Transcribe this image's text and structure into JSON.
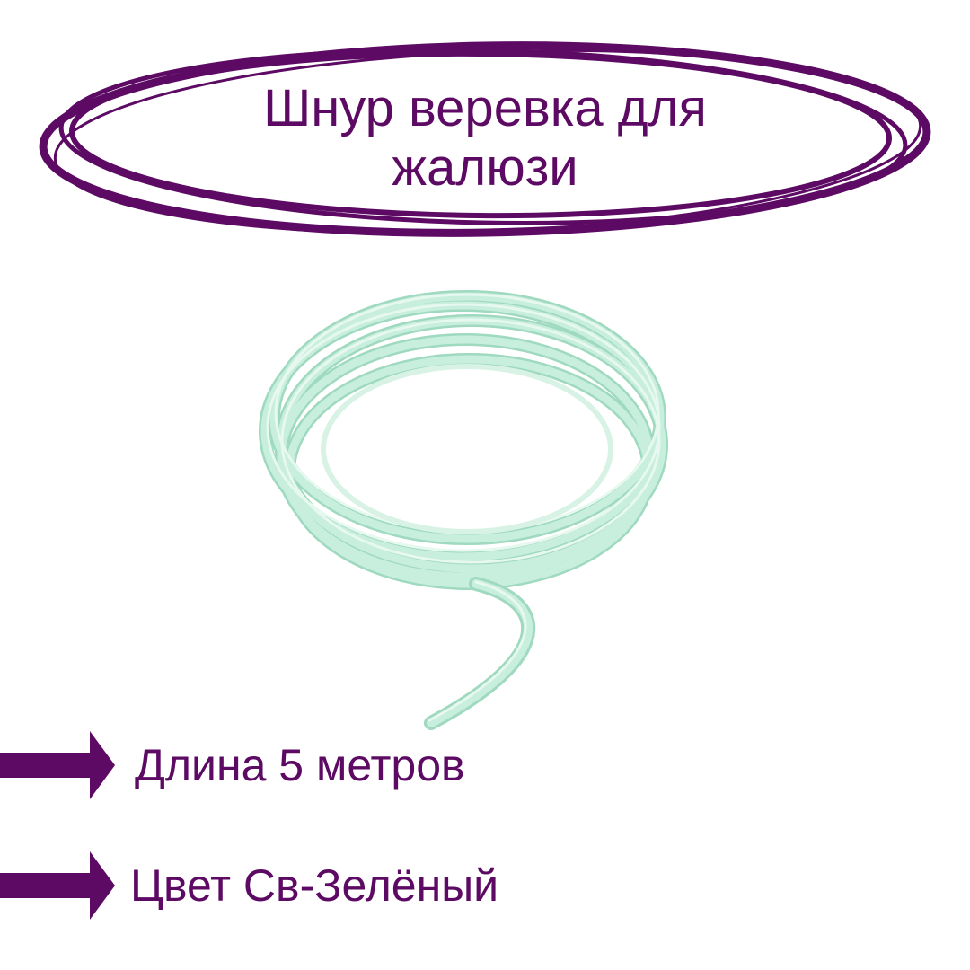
{
  "title": "Шнур веревка для жалюзи",
  "features": [
    {
      "text": "Длина 5 метров",
      "icon": "arrow-right-icon"
    },
    {
      "text": "Цвет Св-Зелёный",
      "icon": "arrow-right-icon"
    }
  ],
  "colors": {
    "accent": "#5c0a63",
    "cord": "#bfe9d6",
    "cord_dark": "#9ed9c0",
    "background": "#ffffff"
  },
  "product_image": "cord-coil-image"
}
